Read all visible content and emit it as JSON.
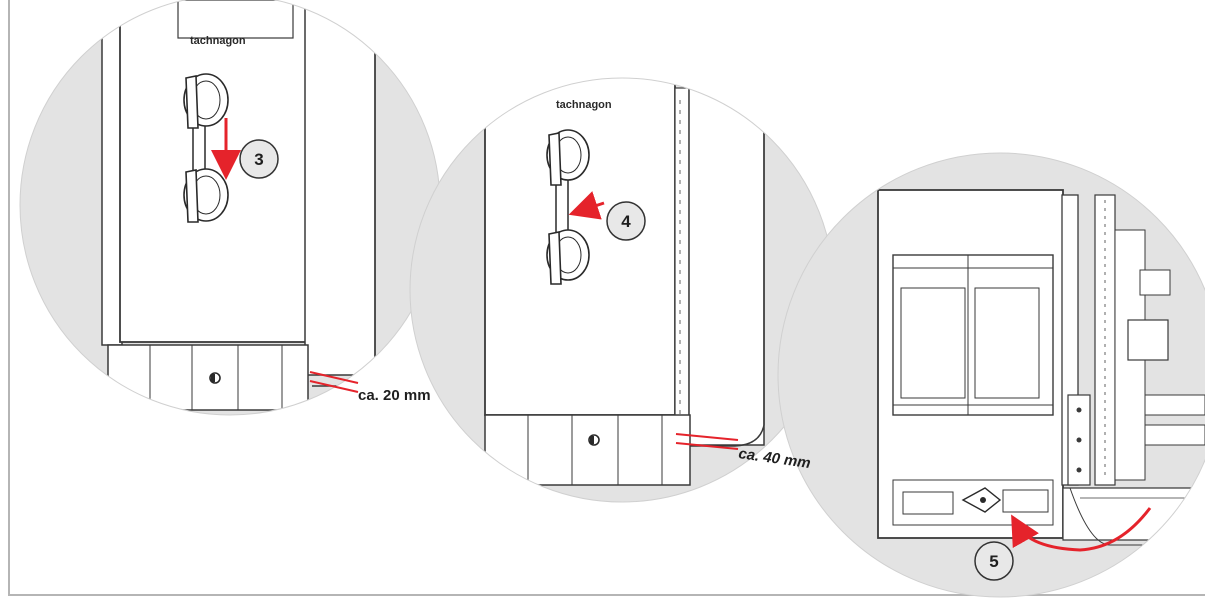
{
  "brand": "tachnagon",
  "steps": [
    {
      "number": "3"
    },
    {
      "number": "4"
    },
    {
      "number": "5"
    }
  ],
  "measurements": [
    {
      "label": "ca. 20 mm"
    },
    {
      "label": "ca. 40 mm"
    }
  ],
  "colors": {
    "zoom_circle": "#e3e3e3",
    "arrow": "#e5232b",
    "line": "#3a3a3a",
    "badge": "#e8e8e8"
  }
}
